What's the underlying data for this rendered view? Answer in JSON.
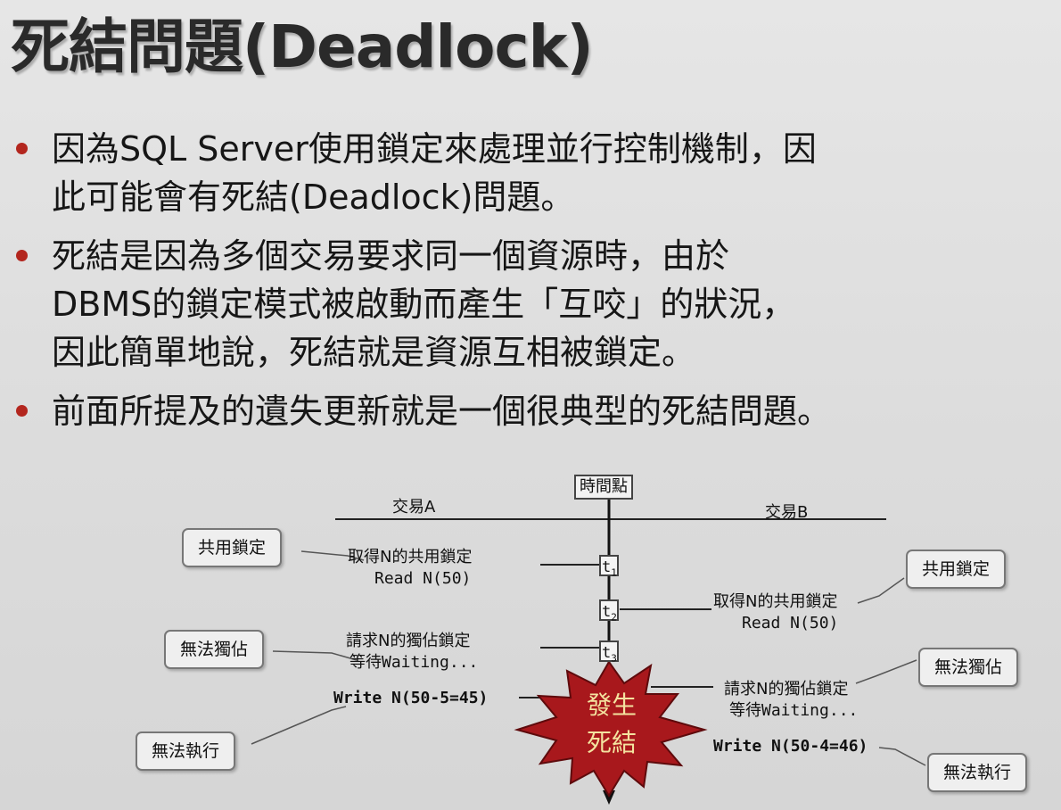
{
  "slide": {
    "title": "死結問題(Deadlock)",
    "bullet_color": "#b3261e",
    "bullets": [
      {
        "lines": [
          "因為SQL Server使用鎖定來處理並行控制機制，因",
          "此可能會有死結(Deadlock)問題。"
        ]
      },
      {
        "lines": [
          "死結是因為多個交易要求同一個資源時，由於",
          "DBMS的鎖定模式被啟動而產生「互咬」的狀況，",
          "因此簡單地說，死結就是資源互相被鎖定。"
        ]
      },
      {
        "lines": [
          "前面所提及的遺失更新就是一個很典型的死結問題。"
        ]
      }
    ]
  },
  "diagram": {
    "time_label": "時間點",
    "transaction_a": "交易A",
    "transaction_b": "交易B",
    "t1": "t",
    "t1_sub": "1",
    "t2": "t",
    "t2_sub": "2",
    "t3": "t",
    "t3_sub": "3",
    "a_step1": "取得N的共用鎖定",
    "a_step1_read": "Read N(50)",
    "a_step2": "請求N的獨佔鎖定",
    "a_step2_wait": "等待Waiting...",
    "a_write": "Write N(50-5=45)",
    "b_step1": "取得N的共用鎖定",
    "b_step1_read": "Read N(50)",
    "b_step2": "請求N的獨佔鎖定",
    "b_step2_wait": "等待Waiting...",
    "b_write": "Write N(50-4=46)",
    "callout_shared_a": "共用鎖定",
    "callout_exclusive_a": "無法獨佔",
    "callout_exec_a": "無法執行",
    "callout_shared_b": "共用鎖定",
    "callout_exclusive_b": "無法獨佔",
    "callout_exec_b": "無法執行",
    "burst_line1": "發生",
    "burst_line2": "死結",
    "burst_color": "#a8181c"
  }
}
